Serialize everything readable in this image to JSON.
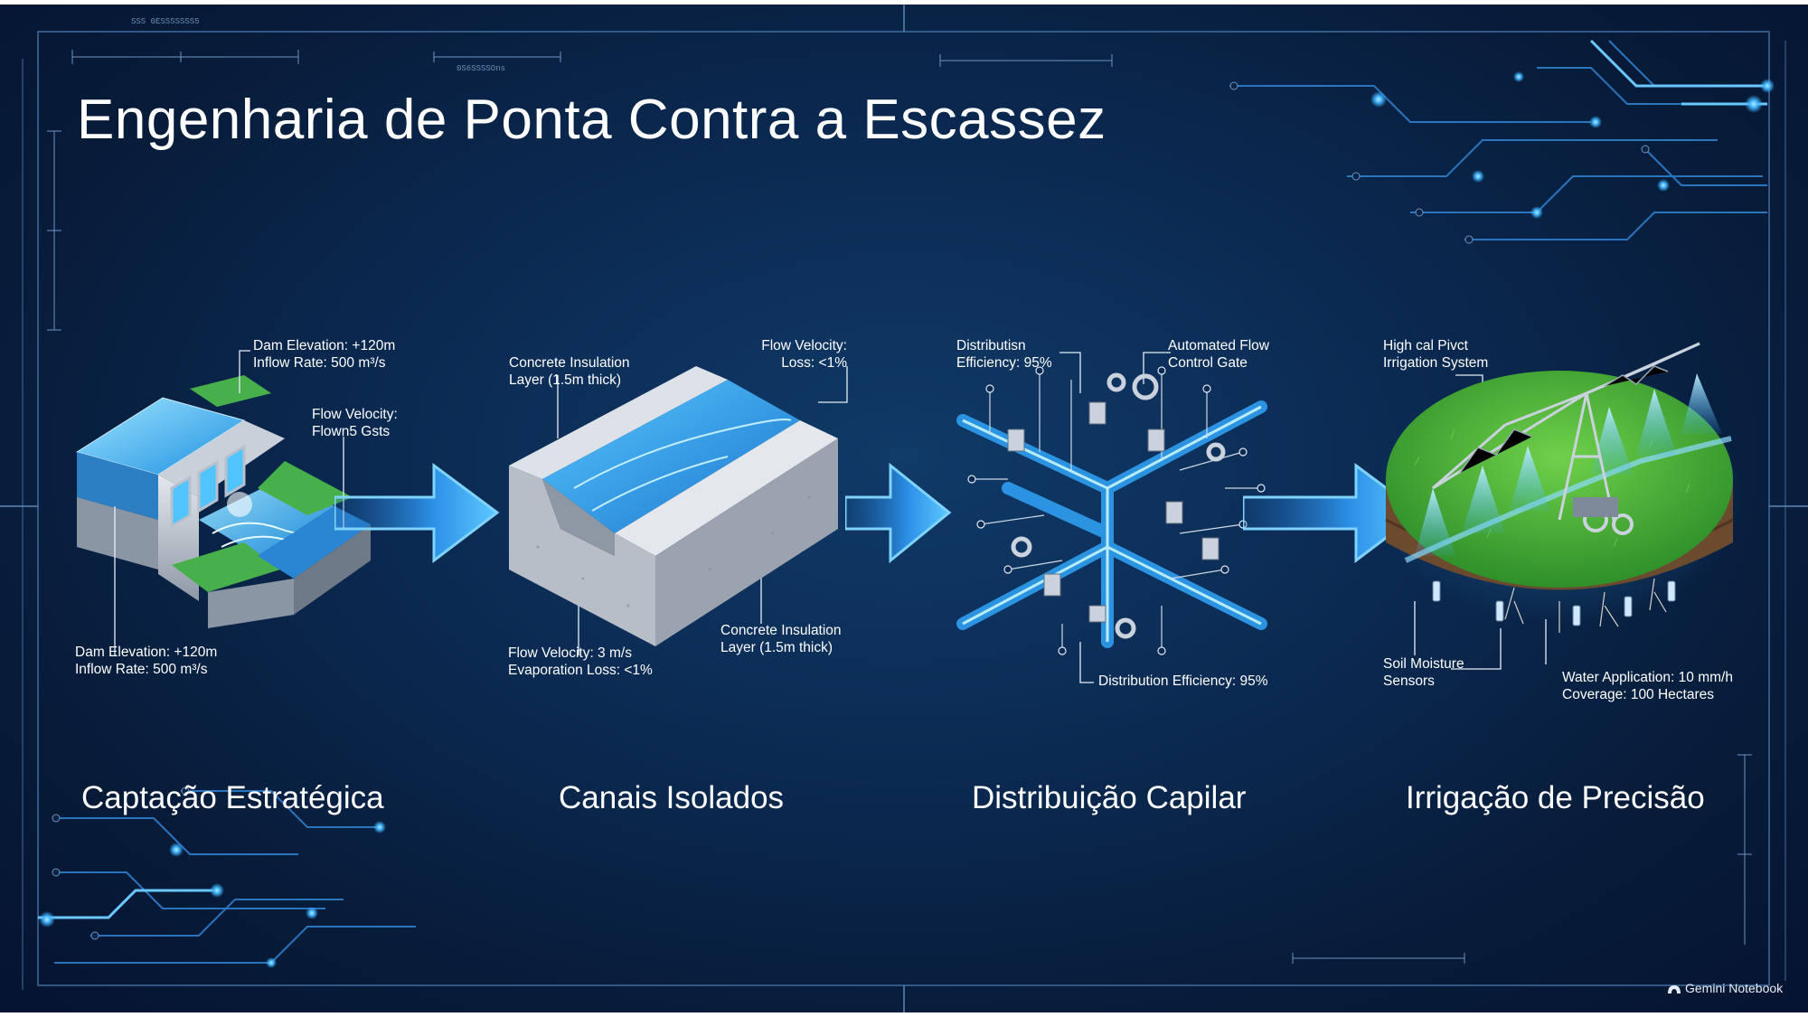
{
  "title": "Engenharia de Ponta Contra a Escassez",
  "decor_text": {
    "top_left_code": "SSS 0ESSSSSSS5",
    "top_center_code": "0S6SSSSOns"
  },
  "stages": [
    {
      "name": "Captação Estratégica",
      "icon": "dam-icon",
      "callouts": [
        {
          "lines": [
            "Dam Elevation: +120m",
            "Inflow Rate: 500 m³/s"
          ]
        },
        {
          "lines": [
            "Flow Velocity:",
            "Flown5 Gsts"
          ]
        },
        {
          "lines": [
            "Dam Elevation: +120m",
            "Inflow Rate: 500 m³/s"
          ]
        }
      ]
    },
    {
      "name": "Canais Isolados",
      "icon": "canal-icon",
      "callouts": [
        {
          "lines": [
            "Concrete Insulation",
            "Layer (1.5m thick)"
          ]
        },
        {
          "lines": [
            "Flow Velocity:",
            "Loss: <1%"
          ]
        },
        {
          "lines": [
            "Flow Velocity: 3 m/s",
            "Evaporation Loss: <1%"
          ]
        },
        {
          "lines": [
            "Concrete Insulation",
            "Layer (1.5m thick)"
          ]
        }
      ]
    },
    {
      "name": "Distribuição Capilar",
      "icon": "pipe-network-icon",
      "callouts": [
        {
          "lines": [
            "Distributisn",
            "Efficiency: 95%"
          ]
        },
        {
          "lines": [
            "Automated Flow",
            "Control Gate"
          ]
        },
        {
          "lines": [
            "Distribution Efficiency: 95%"
          ]
        }
      ]
    },
    {
      "name": "Irrigação de Precisão",
      "icon": "center-pivot-icon",
      "callouts": [
        {
          "lines": [
            "High cal Pivct",
            "Irrigation System"
          ]
        },
        {
          "lines": [
            "Soil Moisture",
            "Sensors"
          ]
        },
        {
          "lines": [
            "Water Application: 10 mm/h",
            "Coverage: 100 Hectares"
          ]
        }
      ]
    }
  ],
  "brand": {
    "label": "Gemini Notebook",
    "icon": "gemini-icon"
  },
  "colors": {
    "background": "#0b2a52",
    "accent": "#35b6ff",
    "grass": "#3fae3a",
    "text": "#ffffff"
  }
}
